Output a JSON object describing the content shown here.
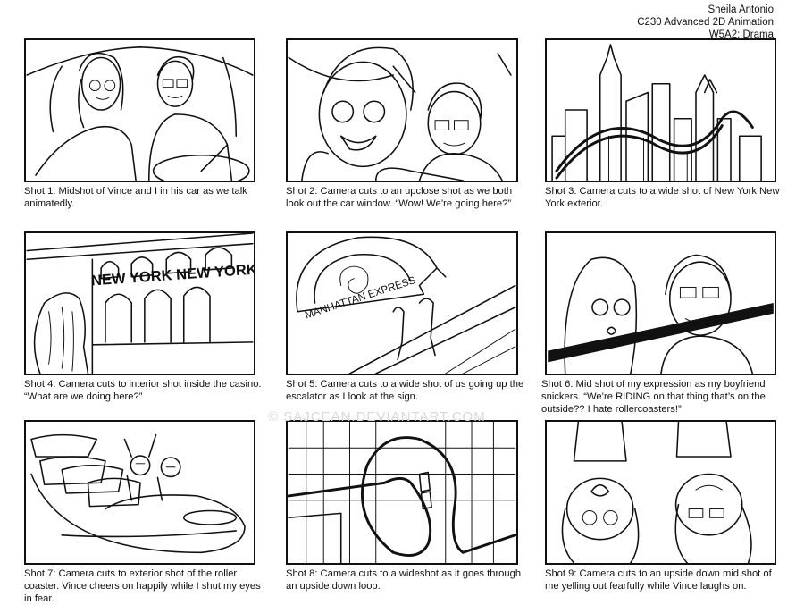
{
  "header": {
    "author": "Sheila Antonio",
    "course": "C230 Advanced 2D Animation",
    "assignment": "W5A2: Drama"
  },
  "watermark": "© SAJCEAN.DEVIANTART.COM",
  "panels": [
    {
      "caption": "Shot 1: Midshot of Vince and I in his car as we talk animatedly."
    },
    {
      "caption": "Shot 2: Camera cuts to an upclose shot as we both look out the car window. “Wow! We’re going here?”"
    },
    {
      "caption": "Shot 3: Camera cuts to a wide shot of New York New York exterior."
    },
    {
      "caption": "Shot 4: Camera cuts to interior shot inside the casino. “What are we doing here?”",
      "sign": "NEW YORK NEW YORK"
    },
    {
      "caption": "Shot 5: Camera cuts to a wide shot of us going up the escalator as I look at the sign.",
      "sign": "MANHATTAN EXPRESS"
    },
    {
      "caption": "Shot 6: Mid shot of my expression as my boyfriend snickers. “We’re RIDING on that  thing that’s on the outside?? I hate rollercoasters!”"
    },
    {
      "caption": "Shot 7: Camera cuts to exterior shot of the roller coaster. Vince cheers on happily while I shut my eyes in fear."
    },
    {
      "caption": "Shot 8: Camera cuts to a wideshot as it goes through an upside down loop."
    },
    {
      "caption": "Shot 9:  Camera cuts to an upside down mid shot of me yelling out fearfully while Vince laughs on."
    }
  ]
}
